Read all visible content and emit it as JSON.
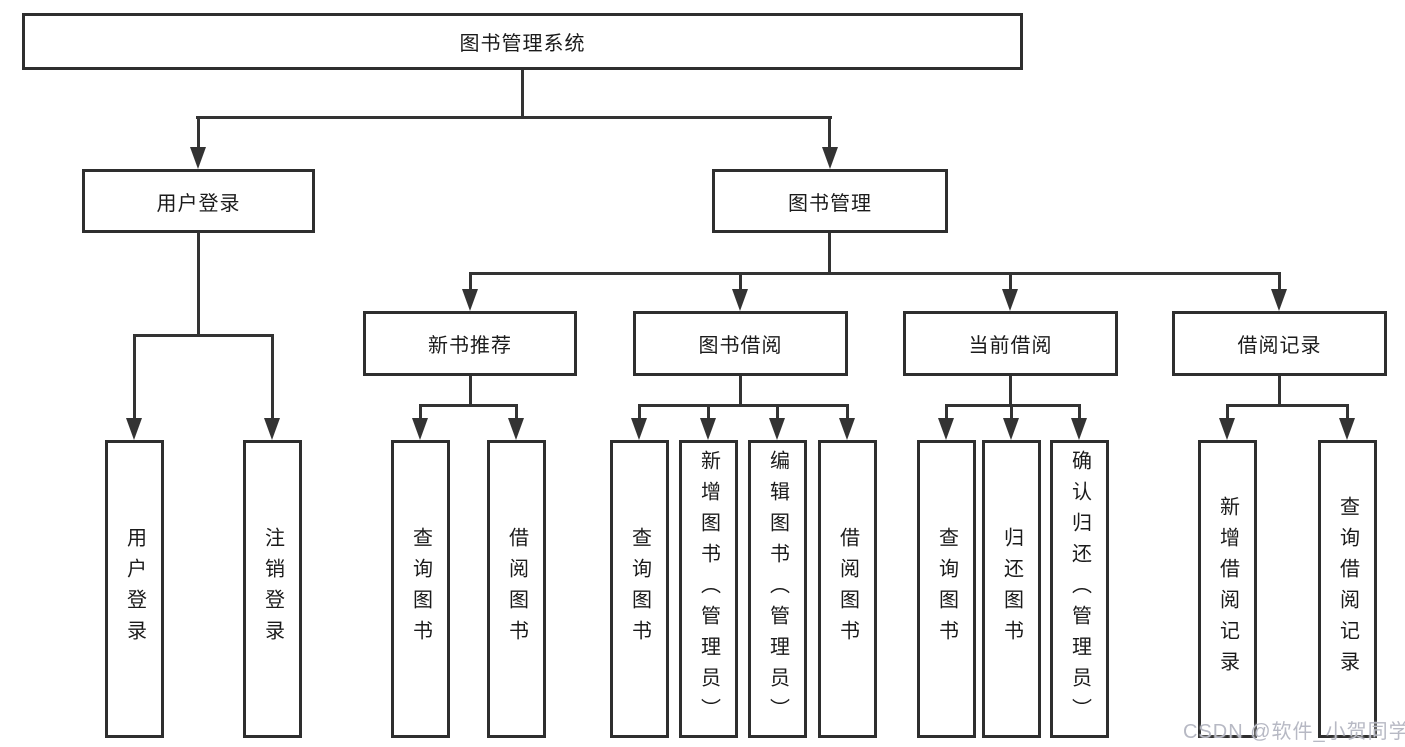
{
  "tree": {
    "root": {
      "label": "图书管理系统"
    },
    "branches": [
      {
        "label": "用户登录",
        "leaves": [
          {
            "label": "用户登录"
          },
          {
            "label": "注销登录"
          }
        ]
      },
      {
        "label": "图书管理",
        "sections": [
          {
            "label": "新书推荐",
            "leaves": [
              {
                "label": "查询图书"
              },
              {
                "label": "借阅图书"
              }
            ]
          },
          {
            "label": "图书借阅",
            "leaves": [
              {
                "label": "查询图书"
              },
              {
                "label": "新增图书（管理员）"
              },
              {
                "label": "编辑图书（管理员）"
              },
              {
                "label": "借阅图书"
              }
            ]
          },
          {
            "label": "当前借阅",
            "leaves": [
              {
                "label": "查询图书"
              },
              {
                "label": "归还图书"
              },
              {
                "label": "确认归还（管理员）"
              }
            ]
          },
          {
            "label": "借阅记录",
            "leaves": [
              {
                "label": "新增借阅记录"
              },
              {
                "label": "查询借阅记录"
              }
            ]
          }
        ]
      }
    ]
  },
  "watermark": {
    "text": "CSDN @软件_小贺同学"
  },
  "colors": {
    "line": "#333333",
    "border": "#2e2e2e",
    "text": "#1b1b1b",
    "watermark": "#b7b9c4",
    "background": "#ffffff"
  }
}
